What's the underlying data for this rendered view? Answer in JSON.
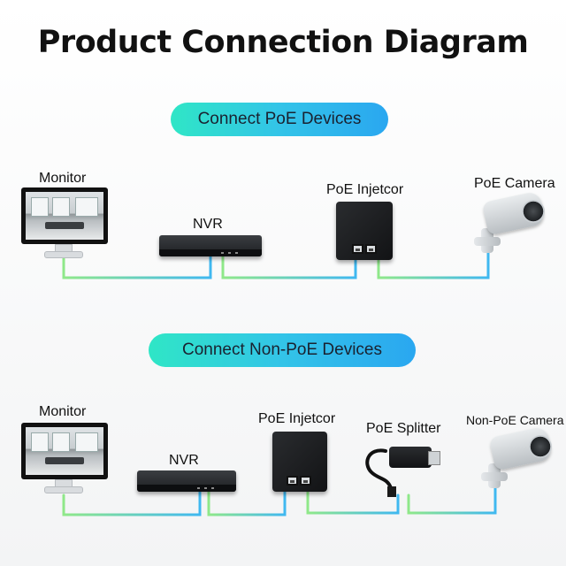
{
  "title": "Product Connection Diagram",
  "section_poe": {
    "header": "Connect PoE Devices",
    "devices": {
      "monitor": "Monitor",
      "nvr": "NVR",
      "injector": "PoE Injetcor",
      "camera": "PoE Camera"
    }
  },
  "section_nonpoe": {
    "header": "Connect Non-PoE Devices",
    "devices": {
      "monitor": "Monitor",
      "nvr": "NVR",
      "injector": "PoE Injetcor",
      "splitter": "PoE Splitter",
      "camera": "Non-PoE Camera"
    }
  },
  "colors": {
    "cable_green": "#7fe08a",
    "cable_blue": "#3fb8f0",
    "pill_start": "#2fe6c6",
    "pill_end": "#2aa7f0"
  }
}
